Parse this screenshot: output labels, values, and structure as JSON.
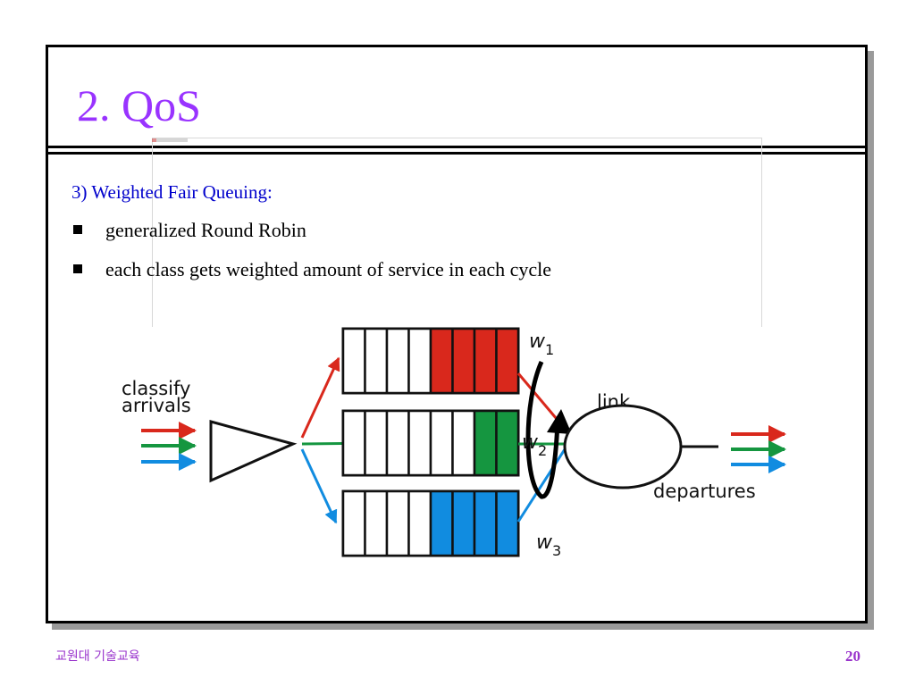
{
  "slide": {
    "title": "2. QoS",
    "subtitle": "3) Weighted Fair Queuing:",
    "bullets": [
      "generalized Round Robin",
      "each class gets weighted amount of service in each cycle"
    ]
  },
  "diagram": {
    "label_classify_line1": "classify",
    "label_classify_line2": "arrivals",
    "label_link": "link",
    "label_departures": "departures",
    "weights": [
      {
        "base": "w",
        "sub": "1"
      },
      {
        "base": "w",
        "sub": "2"
      },
      {
        "base": "w",
        "sub": "3"
      }
    ],
    "colors": {
      "red": "#d9281c",
      "green": "#159640",
      "blue": "#118ce0"
    },
    "queues": [
      {
        "color": "red",
        "filled_slots": 4,
        "total_slots": 8
      },
      {
        "color": "green",
        "filled_slots": 2,
        "total_slots": 8
      },
      {
        "color": "blue",
        "filled_slots": 4,
        "total_slots": 8
      }
    ]
  },
  "footer": {
    "org": "교원대 기술교육",
    "page": "20"
  }
}
